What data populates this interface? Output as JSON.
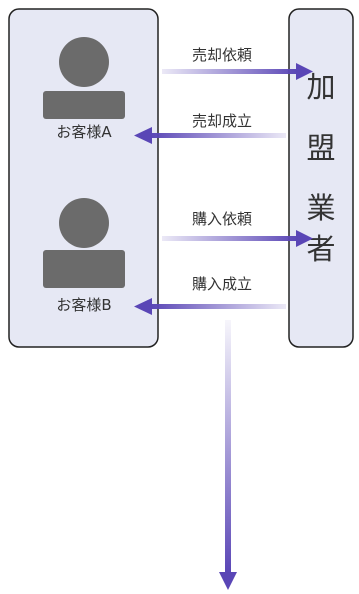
{
  "customers": [
    {
      "label": "お客様A"
    },
    {
      "label": "お客様B"
    }
  ],
  "member": {
    "chars": [
      "加",
      "盟",
      "業",
      "者"
    ]
  },
  "flows": {
    "sell_request": "売却依頼",
    "sell_done": "売却成立",
    "buy_request": "購入依頼",
    "buy_done": "購入成立"
  },
  "colors": {
    "arrow": "#5a46b6",
    "box_fill": "#e6e8f4",
    "box_stroke": "#222222",
    "person": "#6b6b6b"
  }
}
